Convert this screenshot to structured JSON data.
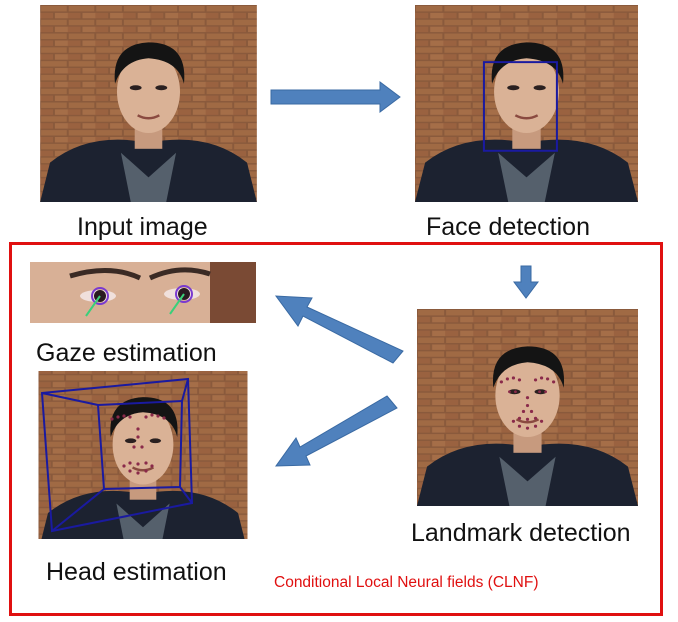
{
  "stages": {
    "input_label": "Input image",
    "face_label": "Face detection",
    "gaze_label": "Gaze estimation",
    "head_label": "Head estimation",
    "landmark_label": "Landmark detection"
  },
  "clnf": {
    "caption": "Conditional Local Neural fields (CLNF)",
    "color": "#e01010"
  },
  "colors": {
    "arrow": "#4f81bd",
    "arrow_stroke": "#3a6aa3",
    "detection_box": "#1a1aa0",
    "landmark_dot": "#8a2a4a"
  }
}
